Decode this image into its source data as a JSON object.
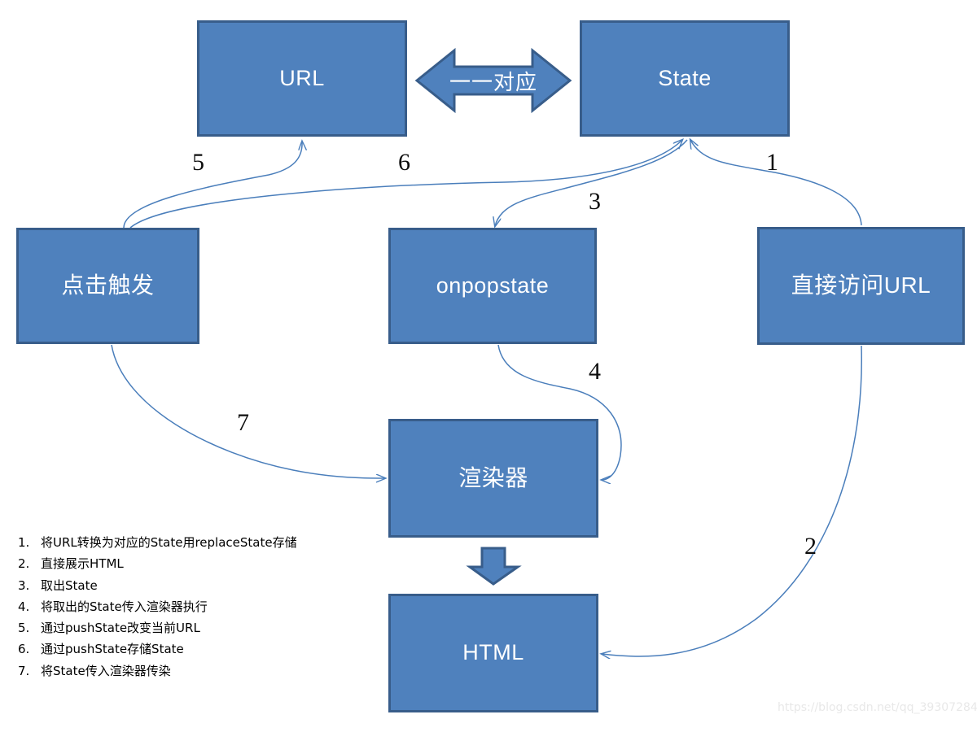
{
  "diagram": {
    "nodes": [
      {
        "id": "url",
        "label": "URL"
      },
      {
        "id": "state",
        "label": "State"
      },
      {
        "id": "click",
        "label": "点击触发"
      },
      {
        "id": "onpop",
        "label": "onpopstate"
      },
      {
        "id": "direct",
        "label": "直接访问URL"
      },
      {
        "id": "render",
        "label": "渲染器"
      },
      {
        "id": "html",
        "label": "HTML"
      }
    ],
    "bidirectional_arrow": {
      "label": "一一对应",
      "from": "url",
      "to": "state"
    },
    "edges": [
      {
        "number": "1",
        "from": "direct",
        "to": "state"
      },
      {
        "number": "2",
        "from": "direct",
        "to": "html"
      },
      {
        "number": "3",
        "from": "state",
        "to": "onpop"
      },
      {
        "number": "4",
        "from": "onpop",
        "to": "render"
      },
      {
        "number": "5",
        "from": "click",
        "to": "url"
      },
      {
        "number": "6",
        "from": "click",
        "to": "state"
      },
      {
        "number": "7",
        "from": "click",
        "to": "render"
      }
    ],
    "block_arrow": {
      "from": "render",
      "to": "html"
    }
  },
  "legend": {
    "items": [
      {
        "num": "1.",
        "text": "将URL转换为对应的State用replaceState存储"
      },
      {
        "num": "2.",
        "text": "直接展示HTML"
      },
      {
        "num": "3.",
        "text": "取出State"
      },
      {
        "num": "4.",
        "text": "将取出的State传入渲染器执行"
      },
      {
        "num": "5.",
        "text": "通过pushState改变当前URL"
      },
      {
        "num": "6.",
        "text": "通过pushState存储State"
      },
      {
        "num": "7.",
        "text": "将State传入渲染器传染"
      }
    ]
  },
  "watermark": {
    "text": "https://blog.csdn.net/qq_39307284"
  },
  "colors": {
    "node_fill": "#4F81BD",
    "node_border": "#385D8A",
    "arrow_line": "#4A7EBB",
    "node_text": "#FFFFFF",
    "label_text": "#0D0D0D",
    "background": "#FFFFFF",
    "watermark_text": "#E8E8E8"
  }
}
